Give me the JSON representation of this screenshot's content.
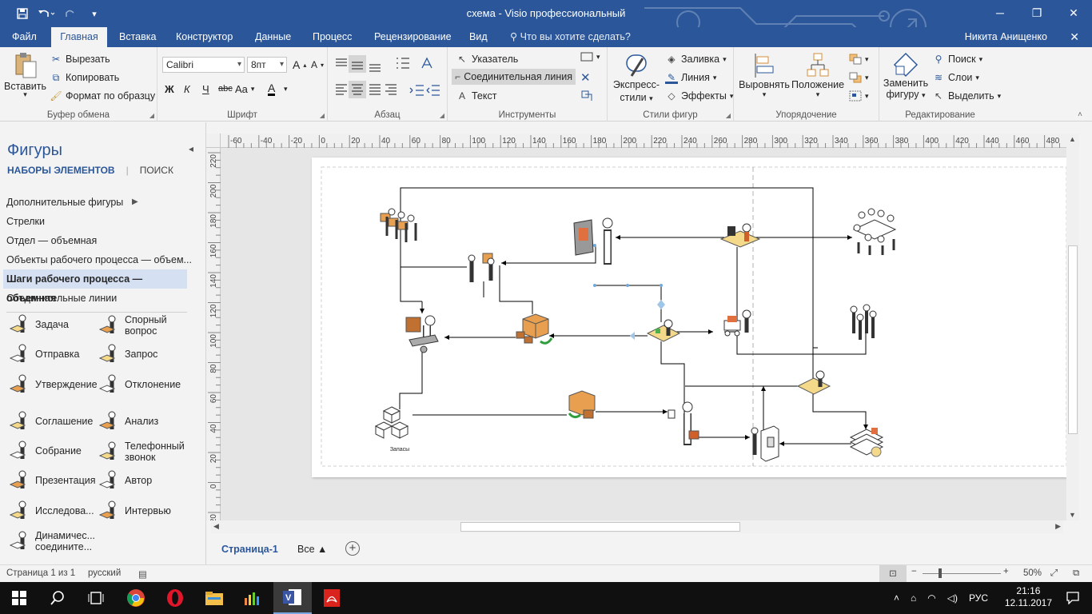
{
  "titlebar": {
    "title": "схема - Visio профессиональный",
    "qat": [
      "save-icon",
      "undo-icon",
      "redo-icon",
      "customize-icon"
    ],
    "accent": "#2b579a"
  },
  "tabs": {
    "file": "Файл",
    "home": "Главная",
    "insert": "Вставка",
    "design": "Конструктор",
    "data": "Данные",
    "process": "Процесс",
    "review": "Рецензирование",
    "view": "Вид",
    "tellme": "Что вы хотите сделать?",
    "user": "Никита Анищенко"
  },
  "ribbon": {
    "clipboard": {
      "label": "Буфер обмена",
      "paste": "Вставить",
      "cut": "Вырезать",
      "copy": "Копировать",
      "format_painter": "Формат по образцу"
    },
    "font": {
      "label": "Шрифт",
      "family": "Calibri",
      "size": "8пт",
      "bold": "Ж",
      "italic": "К",
      "underline": "Ч",
      "strike": "abc",
      "case": "Aa",
      "grow": "A",
      "shrink": "A",
      "color": "A"
    },
    "paragraph": {
      "label": "Абзац"
    },
    "tools": {
      "label": "Инструменты",
      "pointer": "Указатель",
      "connector": "Соединительная линия",
      "text": "Текст"
    },
    "shape_styles": {
      "label": "Стили фигур",
      "quick_styles": "Экспресс-\nстили",
      "quick_styles_1": "Экспресс-",
      "quick_styles_2": "стили",
      "fill": "Заливка",
      "line": "Линия",
      "effects": "Эффекты"
    },
    "arrange": {
      "label": "Упорядочение",
      "align": "Выровнять",
      "position": "Положение"
    },
    "editing": {
      "label": "Редактирование",
      "change_shape_1": "Заменить",
      "change_shape_2": "фигуру",
      "find": "Поиск",
      "layers": "Слои",
      "select": "Выделить"
    }
  },
  "shapes_pane": {
    "title": "Фигуры",
    "tab_stencils": "НАБОРЫ ЭЛЕМЕНТОВ",
    "tab_search": "ПОИСК",
    "stencils": [
      "Дополнительные фигуры",
      "Стрелки",
      "Отдел — объемная",
      "Объекты рабочего процесса — объем...",
      "Шаги рабочего процесса — объемная",
      "Соединительные линии"
    ],
    "active_stencil_index": 4,
    "shapes": [
      "Задача",
      "Спорный вопрос",
      "Отправка",
      "Запрос",
      "Утверждение",
      "Отклонение",
      "Соглашение",
      "Анализ",
      "Собрание",
      "Телефонный звонок",
      "Презентация",
      "Автор",
      "Исследова...",
      "Интервью",
      "Динамичес... соедините..."
    ],
    "shape_line2": {
      "1": "вопрос",
      "9": "звонок",
      "14": "соедините..."
    },
    "shape_line1": {
      "1": "Спорный",
      "9": "Телефонный",
      "14": "Динамичес..."
    }
  },
  "rulers": {
    "h_ticks": [
      "-60",
      "-40",
      "-20",
      "0",
      "20",
      "40",
      "60",
      "80",
      "100",
      "120",
      "140",
      "160",
      "180",
      "200",
      "220",
      "240",
      "260",
      "280",
      "300",
      "320",
      "340",
      "360",
      "380",
      "400",
      "420",
      "440",
      "460",
      "480"
    ],
    "v_ticks": [
      "220",
      "200",
      "180",
      "160",
      "140",
      "120",
      "100",
      "80",
      "60",
      "40",
      "20",
      "0",
      "20"
    ]
  },
  "diagram": {
    "inventory_label": "Запасы"
  },
  "pages": {
    "current": "Страница-1",
    "all": "Все ▲"
  },
  "status": {
    "page": "Страница 1 из 1",
    "language": "русский",
    "zoom": "50%"
  },
  "taskbar": {
    "time": "21:16",
    "date": "12.11.2017",
    "lang": "РУС"
  }
}
